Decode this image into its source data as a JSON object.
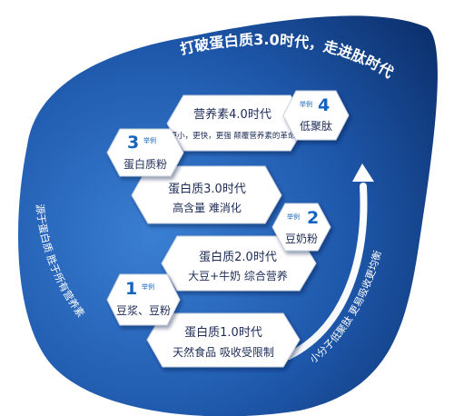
{
  "headline": "打破蛋白质3.0时代，走进肽时代",
  "left_caption": "源于蛋白质 胜于所有营养素",
  "right_caption": "小分子低聚肽 更易吸收更均衡",
  "example_tag": "举例",
  "eras": [
    {
      "title": "蛋白质1.0时代",
      "desc": "天然食品  吸收受限制"
    },
    {
      "title": "蛋白质2.0时代",
      "desc": "大豆+牛奶  综合营养"
    },
    {
      "title": "蛋白质3.0时代",
      "desc": "高含量  难消化"
    },
    {
      "title": "营养素4.0时代",
      "desc": "更小，更快，更强  颠覆营养素的革命"
    }
  ],
  "examples": [
    {
      "number": "1",
      "label": "豆浆、豆粉"
    },
    {
      "number": "2",
      "label": "豆奶粉"
    },
    {
      "number": "3",
      "label": "蛋白质粉"
    },
    {
      "number": "4",
      "label": "低聚肽"
    }
  ],
  "colors": {
    "blob_dark": "#0d3a7c",
    "blob_light": "#2e6fc4",
    "accent": "#1565c0"
  }
}
